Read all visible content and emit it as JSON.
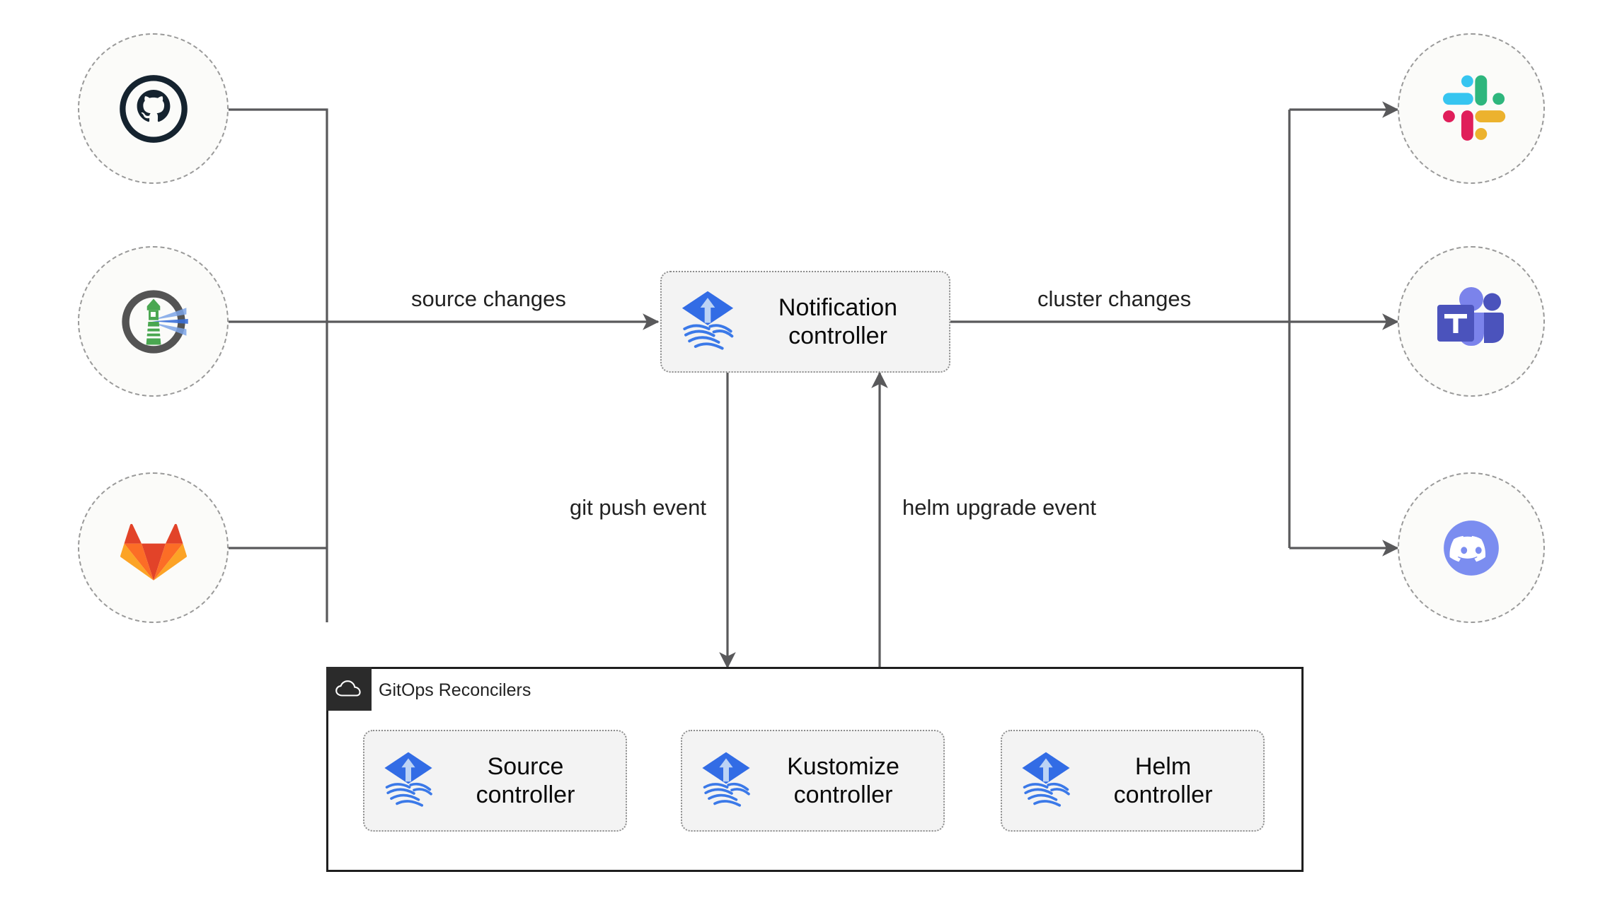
{
  "diagram": {
    "title": "Flux notification controller architecture",
    "background": "#ffffff",
    "edge_color": "#59595b"
  },
  "sources": [
    {
      "id": "github",
      "icon": "github-icon",
      "name": "GitHub"
    },
    {
      "id": "flux",
      "icon": "flux-lighthouse-icon",
      "name": "Flux"
    },
    {
      "id": "gitlab",
      "icon": "gitlab-icon",
      "name": "GitLab"
    }
  ],
  "destinations": [
    {
      "id": "slack",
      "icon": "slack-icon",
      "name": "Slack"
    },
    {
      "id": "teams",
      "icon": "microsoft-teams-icon",
      "name": "Microsoft Teams"
    },
    {
      "id": "discord",
      "icon": "discord-icon",
      "name": "Discord"
    }
  ],
  "notification": {
    "label": "Notification\ncontroller",
    "icon": "flux-cd-icon"
  },
  "edge_labels": {
    "source_changes": "source changes",
    "cluster_changes": "cluster changes",
    "git_push_event": "git push event",
    "helm_upgrade_event": "helm upgrade event"
  },
  "group": {
    "title": "GitOps Reconcilers",
    "icon": "cloud-icon",
    "controllers": [
      {
        "id": "source",
        "label": "Source\ncontroller",
        "icon": "flux-cd-icon"
      },
      {
        "id": "kustomize",
        "label": "Kustomize\ncontroller",
        "icon": "flux-cd-icon"
      },
      {
        "id": "helm",
        "label": "Helm\ncontroller",
        "icon": "flux-cd-icon"
      }
    ]
  },
  "colors": {
    "github": "#15232f",
    "gitlab_red": "#e24329",
    "gitlab_orange": "#fc6d26",
    "gitlab_yellow": "#fca326",
    "flux_blue": "#326ce5",
    "flux_arrow": "#bcd3f5",
    "lighthouse_green": "#4aa751",
    "lighthouse_ring": "#545454",
    "slack_blue": "#36c5f0",
    "slack_green": "#2eb67d",
    "slack_red": "#e01e5a",
    "slack_yellow": "#ecb22e",
    "teams_dark": "#4b53bc",
    "teams_light": "#7b83eb",
    "discord": "#7b8df0",
    "edge": "#59595b",
    "node_fill": "#fbfbf9",
    "box_fill": "#f3f3f3",
    "group_border": "#1f1f1f",
    "group_tab": "#2b2b2b"
  }
}
